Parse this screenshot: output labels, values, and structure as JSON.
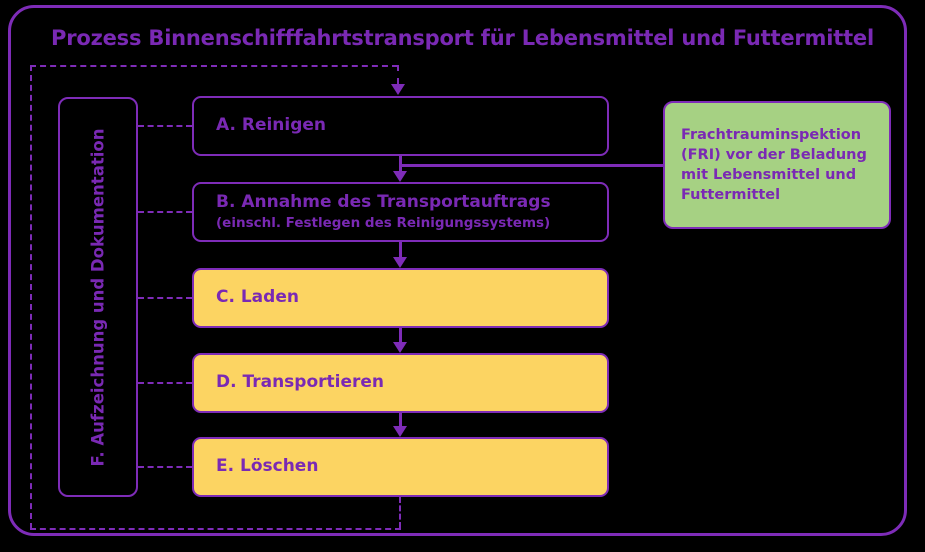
{
  "diagram": {
    "title": "Prozess Binnenschifffahrtstransport für Lebensmittel und Futtermittel",
    "background_color": "#000000",
    "accent_color": "#7E2CB8",
    "text_color": "#7A29B4",
    "fill_yellow": "#FCD462",
    "fill_green": "#A6D183",
    "stages": [
      {
        "id": "a",
        "label": "A. Reinigen",
        "sublabel": "",
        "fill": "none"
      },
      {
        "id": "b",
        "label": "B. Annahme des Transportauftrags",
        "sublabel": "(einschl. Festlegen des Reinigungssystems)",
        "fill": "none"
      },
      {
        "id": "c",
        "label": "C. Laden",
        "sublabel": "",
        "fill": "yellow"
      },
      {
        "id": "d",
        "label": "D. Transportieren",
        "sublabel": "",
        "fill": "yellow"
      },
      {
        "id": "e",
        "label": "E. Löschen",
        "sublabel": "",
        "fill": "yellow"
      }
    ],
    "documentation_box": {
      "label": "F. Aufzeichnung und Dokumentation"
    },
    "note_box": {
      "lines": [
        "Frachtrauminspektion",
        "(FRI) vor der Beladung",
        "mit Lebensmittel und",
        "Futtermittel"
      ]
    }
  }
}
